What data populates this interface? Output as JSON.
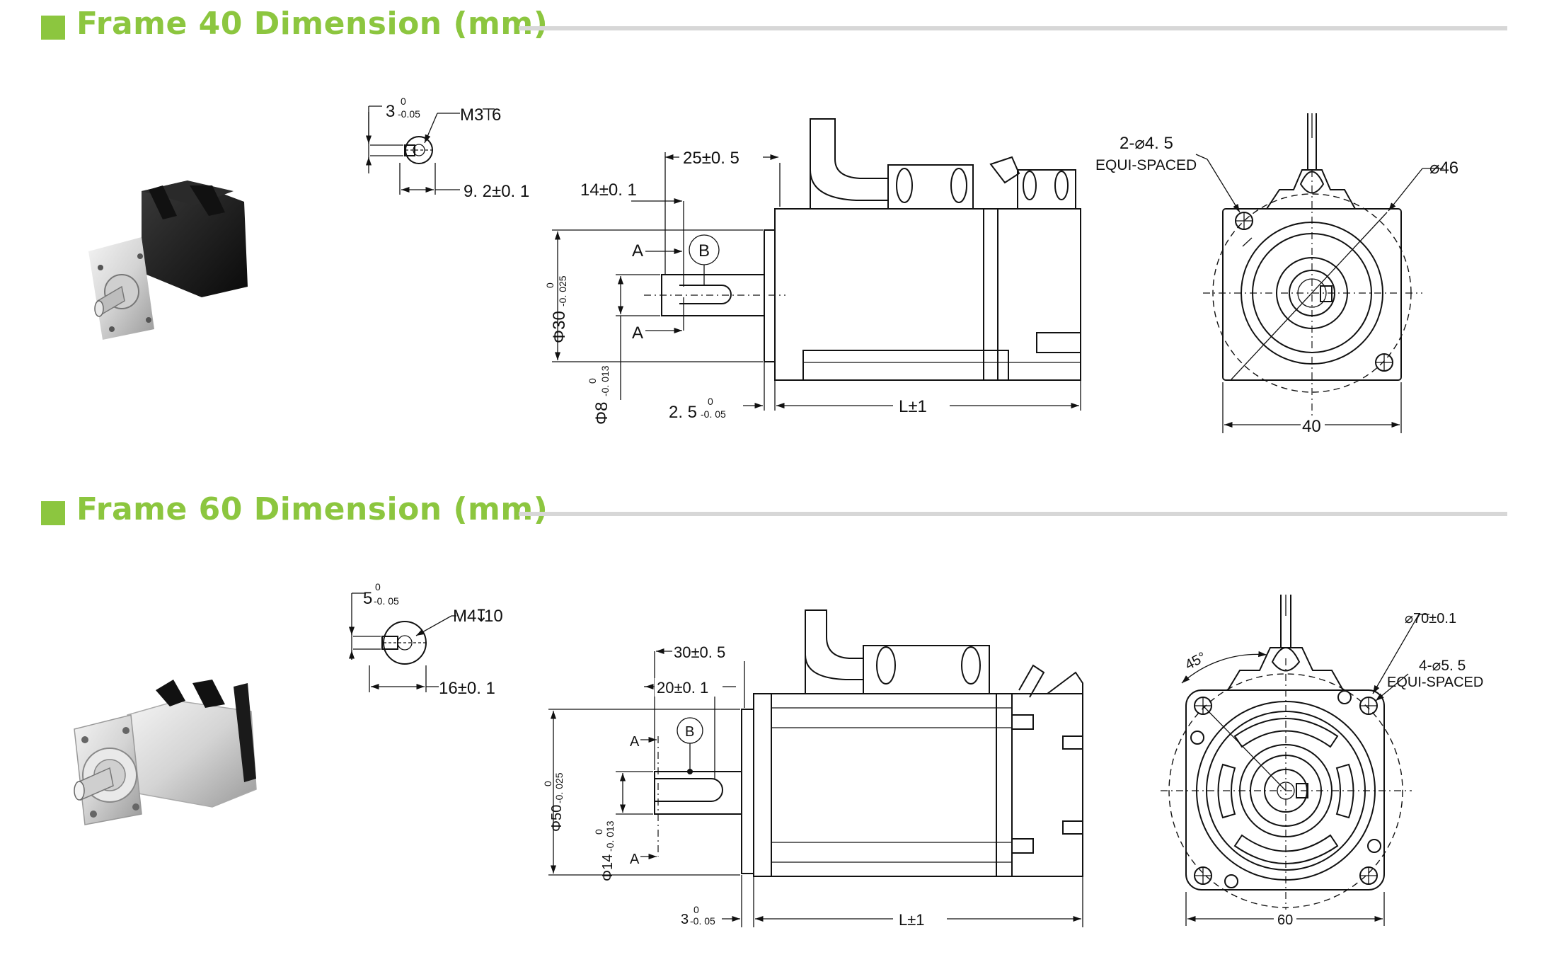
{
  "colors": {
    "accent": "#8cc63f",
    "rule": "#d7d7d7",
    "ink": "#111111"
  },
  "sections": [
    {
      "title": "Frame 40 Dimension (mm)",
      "key_view": {
        "width": "3",
        "width_upper": "0",
        "width_lower": "-0.05",
        "thread": "M3",
        "thread_depth": "6",
        "height": "9. 2±0. 1"
      },
      "side_view": {
        "shaft_len": "25±0. 5",
        "key_len": "14±0. 1",
        "section_mark": "A",
        "datum": "B",
        "flange_dia": "Φ30",
        "flange_tol_upper": "0",
        "flange_tol_lower": "-0. 025",
        "shaft_dia": "Φ8",
        "shaft_tol_upper": "0",
        "shaft_tol_lower": "-0. 013",
        "flange_thk": "2. 5",
        "flange_thk_upper": "0",
        "flange_thk_lower": "-0. 05",
        "length": "L±1"
      },
      "front_view": {
        "holes": "2-⌀4. 5",
        "equi": "EQUI-SPACED",
        "pcd": "⌀46",
        "square": "40"
      }
    },
    {
      "title": "Frame 60 Dimension (mm)",
      "key_view": {
        "width": "5",
        "width_upper": "0",
        "width_lower": "-0. 05",
        "thread": "M4",
        "thread_depth": "10",
        "height": "16±0. 1"
      },
      "side_view": {
        "shaft_len": "30±0. 5",
        "key_len": "20±0. 1",
        "section_mark": "A",
        "datum": "B",
        "flange_dia": "Φ50",
        "flange_tol_upper": "0",
        "flange_tol_lower": "-0. 025",
        "shaft_dia": "Φ14",
        "shaft_tol_upper": "0",
        "shaft_tol_lower": "-0. 013",
        "flange_thk": "3",
        "flange_thk_upper": "0",
        "flange_thk_lower": "-0. 05",
        "length": "L±1"
      },
      "front_view": {
        "holes": "4-⌀5. 5",
        "equi": "EQUI-SPACED",
        "pcd": "⌀70±0.1",
        "angle": "45°",
        "square": "60"
      }
    }
  ]
}
